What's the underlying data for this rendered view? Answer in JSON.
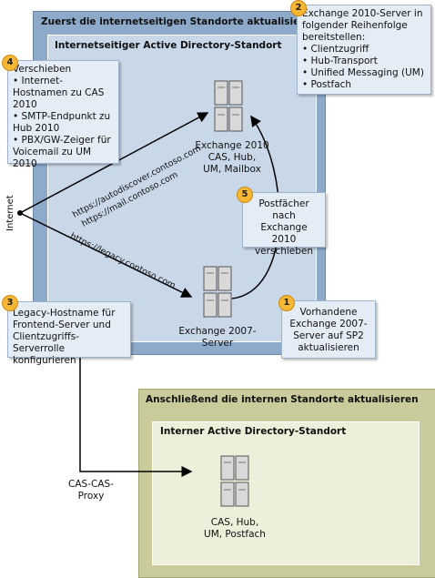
{
  "outer_site": {
    "title": "Zuerst die internetseitigen Standorte aktualisieren"
  },
  "inner_site": {
    "title": "Internetseitiger Active Directory-Standort"
  },
  "callouts": [
    {
      "num": "4",
      "heading": "Verschieben",
      "items": [
        "Internet-Hostnamen zu CAS 2010",
        "SMTP-Endpunkt zu Hub 2010",
        "PBX/GW-Zeiger für Voicemail zu UM 2010"
      ]
    },
    {
      "num": "2",
      "heading": "Exchange 2010-Server in folgender Reihenfolge bereitstellen:",
      "items": [
        "Clientzugriff",
        "Hub-Transport",
        "Unified Messaging (UM)",
        "Postfach"
      ]
    },
    {
      "num": "5",
      "text": "Postfächer nach Exchange 2010 verschieben"
    },
    {
      "num": "3",
      "text": "Legacy-Hostname für Frontend-Server und Clientzugriffs-Serverrolle konfigurieren"
    },
    {
      "num": "1",
      "text": "Vorhandene Exchange 2007-Server auf SP2 aktualisieren"
    }
  ],
  "servers": {
    "exchange2010": "Exchange 2010\nCAS, Hub,\nUM, Mailbox",
    "exchange2007": "Exchange 2007-\nServer",
    "internal": "CAS, Hub,\nUM, Postfach"
  },
  "internet_label": "Internet",
  "urls": {
    "autodiscover": "https://autodiscover.contoso.com",
    "mail": "https://mail.contoso.com",
    "legacy": "https://legacy.contoso.com"
  },
  "green_site": {
    "title": "Anschließend die internen Standorte aktualisieren",
    "inner_title": "Interner Active Directory-Standort"
  },
  "proxy_label": "CAS-CAS-\nProxy",
  "colors": {
    "outer_blue": "#8eaacb",
    "inner_blue": "#c9d8e8",
    "callout": "#e4ecf6",
    "badge": "#f7b733",
    "green": "#c9cc9a",
    "green_inner": "#ecefd9"
  }
}
